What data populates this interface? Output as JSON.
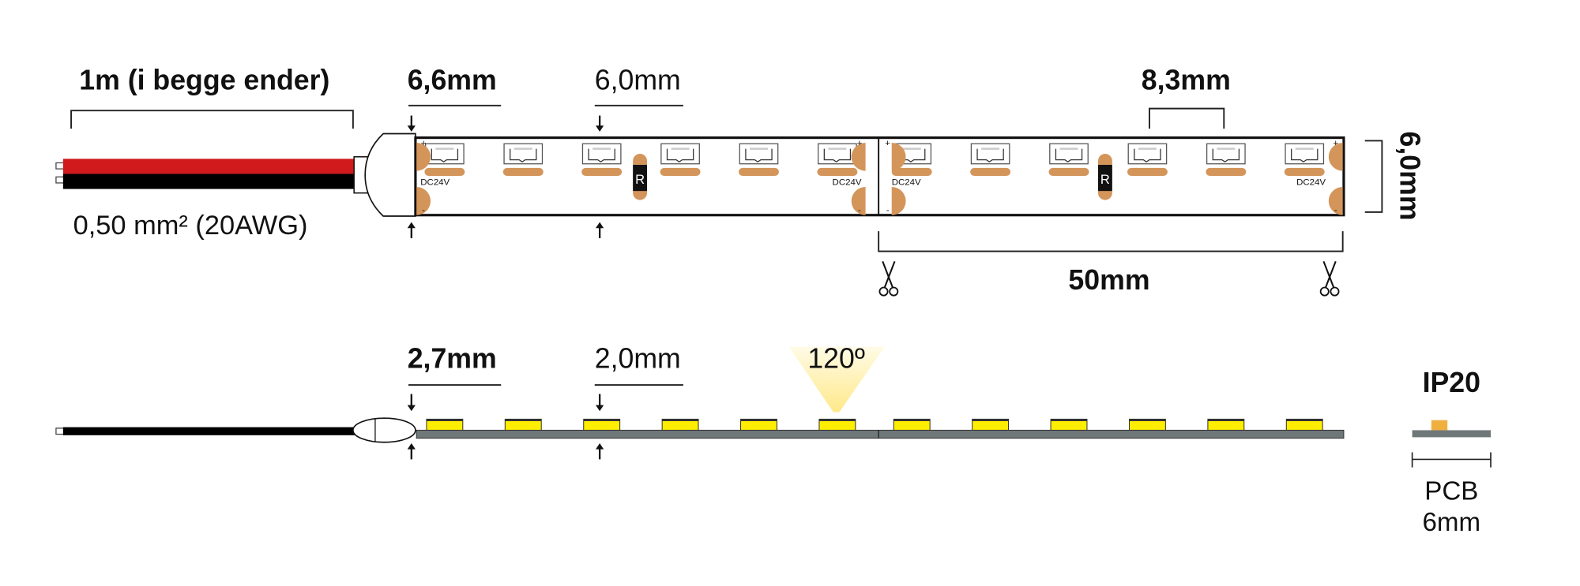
{
  "top": {
    "cable_length_label": "1m (i begge ender)",
    "wire_gauge_label": "0,50 mm² (20AWG)",
    "strip_width_label": "6,6mm",
    "led_width_label": "6,0mm",
    "led_pitch_label": "8,3mm",
    "pcb_height_label": "6,0mm",
    "cut_length_label": "50mm",
    "voltage_label": "DC24V",
    "resistor_label": "R",
    "plus_sign": "+",
    "minus_sign": "-"
  },
  "side": {
    "strip_height_label": "2,7mm",
    "led_height_label": "2,0mm",
    "beam_angle_label": "120º",
    "ip_rating": "IP20",
    "pcb_label": "PCB",
    "pcb_width_label": "6mm"
  },
  "colors": {
    "wire_red": "#d01a1c",
    "wire_black": "#000000",
    "pad": "#d4955a",
    "led_yellow": "#ffee00",
    "pcb_gray": "#707779",
    "beam": "#fff3b0"
  }
}
